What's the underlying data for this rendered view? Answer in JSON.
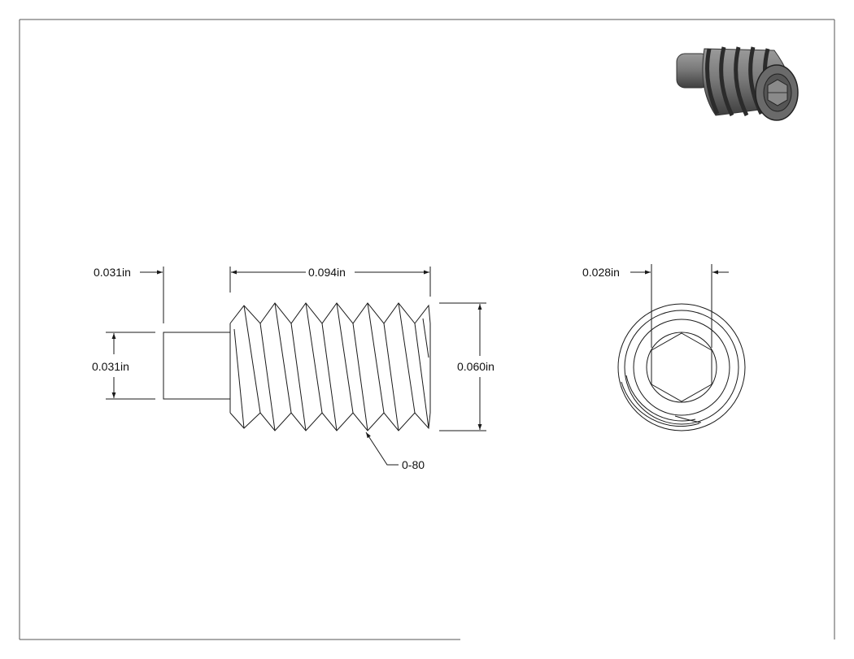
{
  "dimensions": {
    "pin_length": "0.031in",
    "thread_length": "0.094in",
    "pin_diameter": "0.031in",
    "thread_diameter": "0.060in",
    "hex_size": "0.028in",
    "thread_callout": "0-80"
  },
  "colors": {
    "line": "#1a1a1a",
    "border": "#555555",
    "render_body": "#6e6e6e",
    "render_dark": "#3a3a3a",
    "render_light": "#9a9a9a"
  }
}
